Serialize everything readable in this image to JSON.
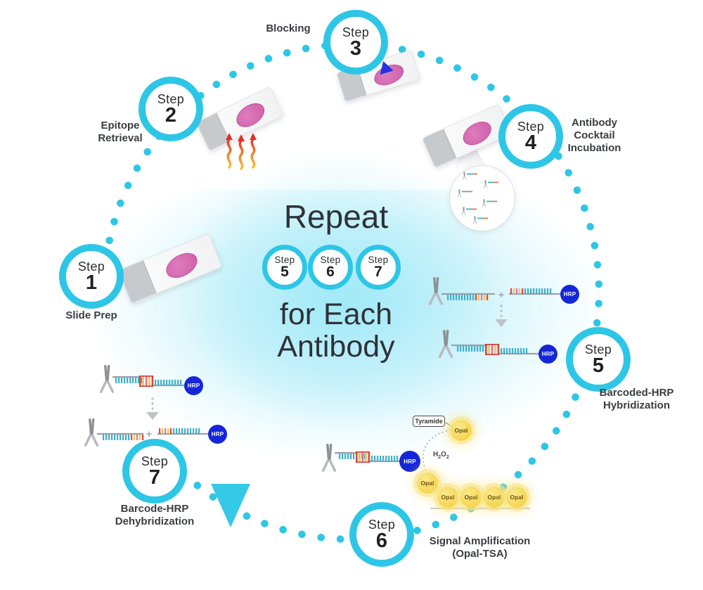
{
  "title": "7-step multiplex staining workflow",
  "center": {
    "repeat_label": "Repeat",
    "for_each_lines": [
      "for Each",
      "Antibody"
    ],
    "repeat_steps": [
      {
        "label": "Step",
        "number": "5"
      },
      {
        "label": "Step",
        "number": "6"
      },
      {
        "label": "Step",
        "number": "7"
      }
    ]
  },
  "steps": [
    {
      "label": "Step",
      "number": "1",
      "name_lines": [
        "Slide Prep"
      ]
    },
    {
      "label": "Step",
      "number": "2",
      "name_lines": [
        "Epitope",
        "Retrieval"
      ]
    },
    {
      "label": "Step",
      "number": "3",
      "name_lines": [
        "Blocking"
      ]
    },
    {
      "label": "Step",
      "number": "4",
      "name_lines": [
        "Antibody",
        "Cocktail",
        "Incubation"
      ]
    },
    {
      "label": "Step",
      "number": "5",
      "name_lines": [
        "Barcoded-HRP",
        "Hybridization"
      ]
    },
    {
      "label": "Step",
      "number": "6",
      "name_lines": [
        "Signal Amplification",
        "(Opal-TSA)"
      ]
    },
    {
      "label": "Step",
      "number": "7",
      "name_lines": [
        "Barcode-HRP",
        "Dehybridization"
      ]
    }
  ],
  "labels": {
    "hrp": "HRP",
    "opal": "Opal",
    "tyramide": "Tyramide",
    "plus": "+",
    "h2o2": {
      "h": "H",
      "sub1": "2",
      "o": "O",
      "sub2": "2"
    }
  },
  "colors": {
    "accent_cyan": "#2ec6e6",
    "hrp_blue": "#1526d8",
    "opal_yellow": "#f5d44f",
    "tissue_pink": "#d667ae",
    "barcode_teal": "#3fb0cc",
    "heat_red": "#ea3b2c",
    "heat_yellow": "#f5c33b"
  }
}
